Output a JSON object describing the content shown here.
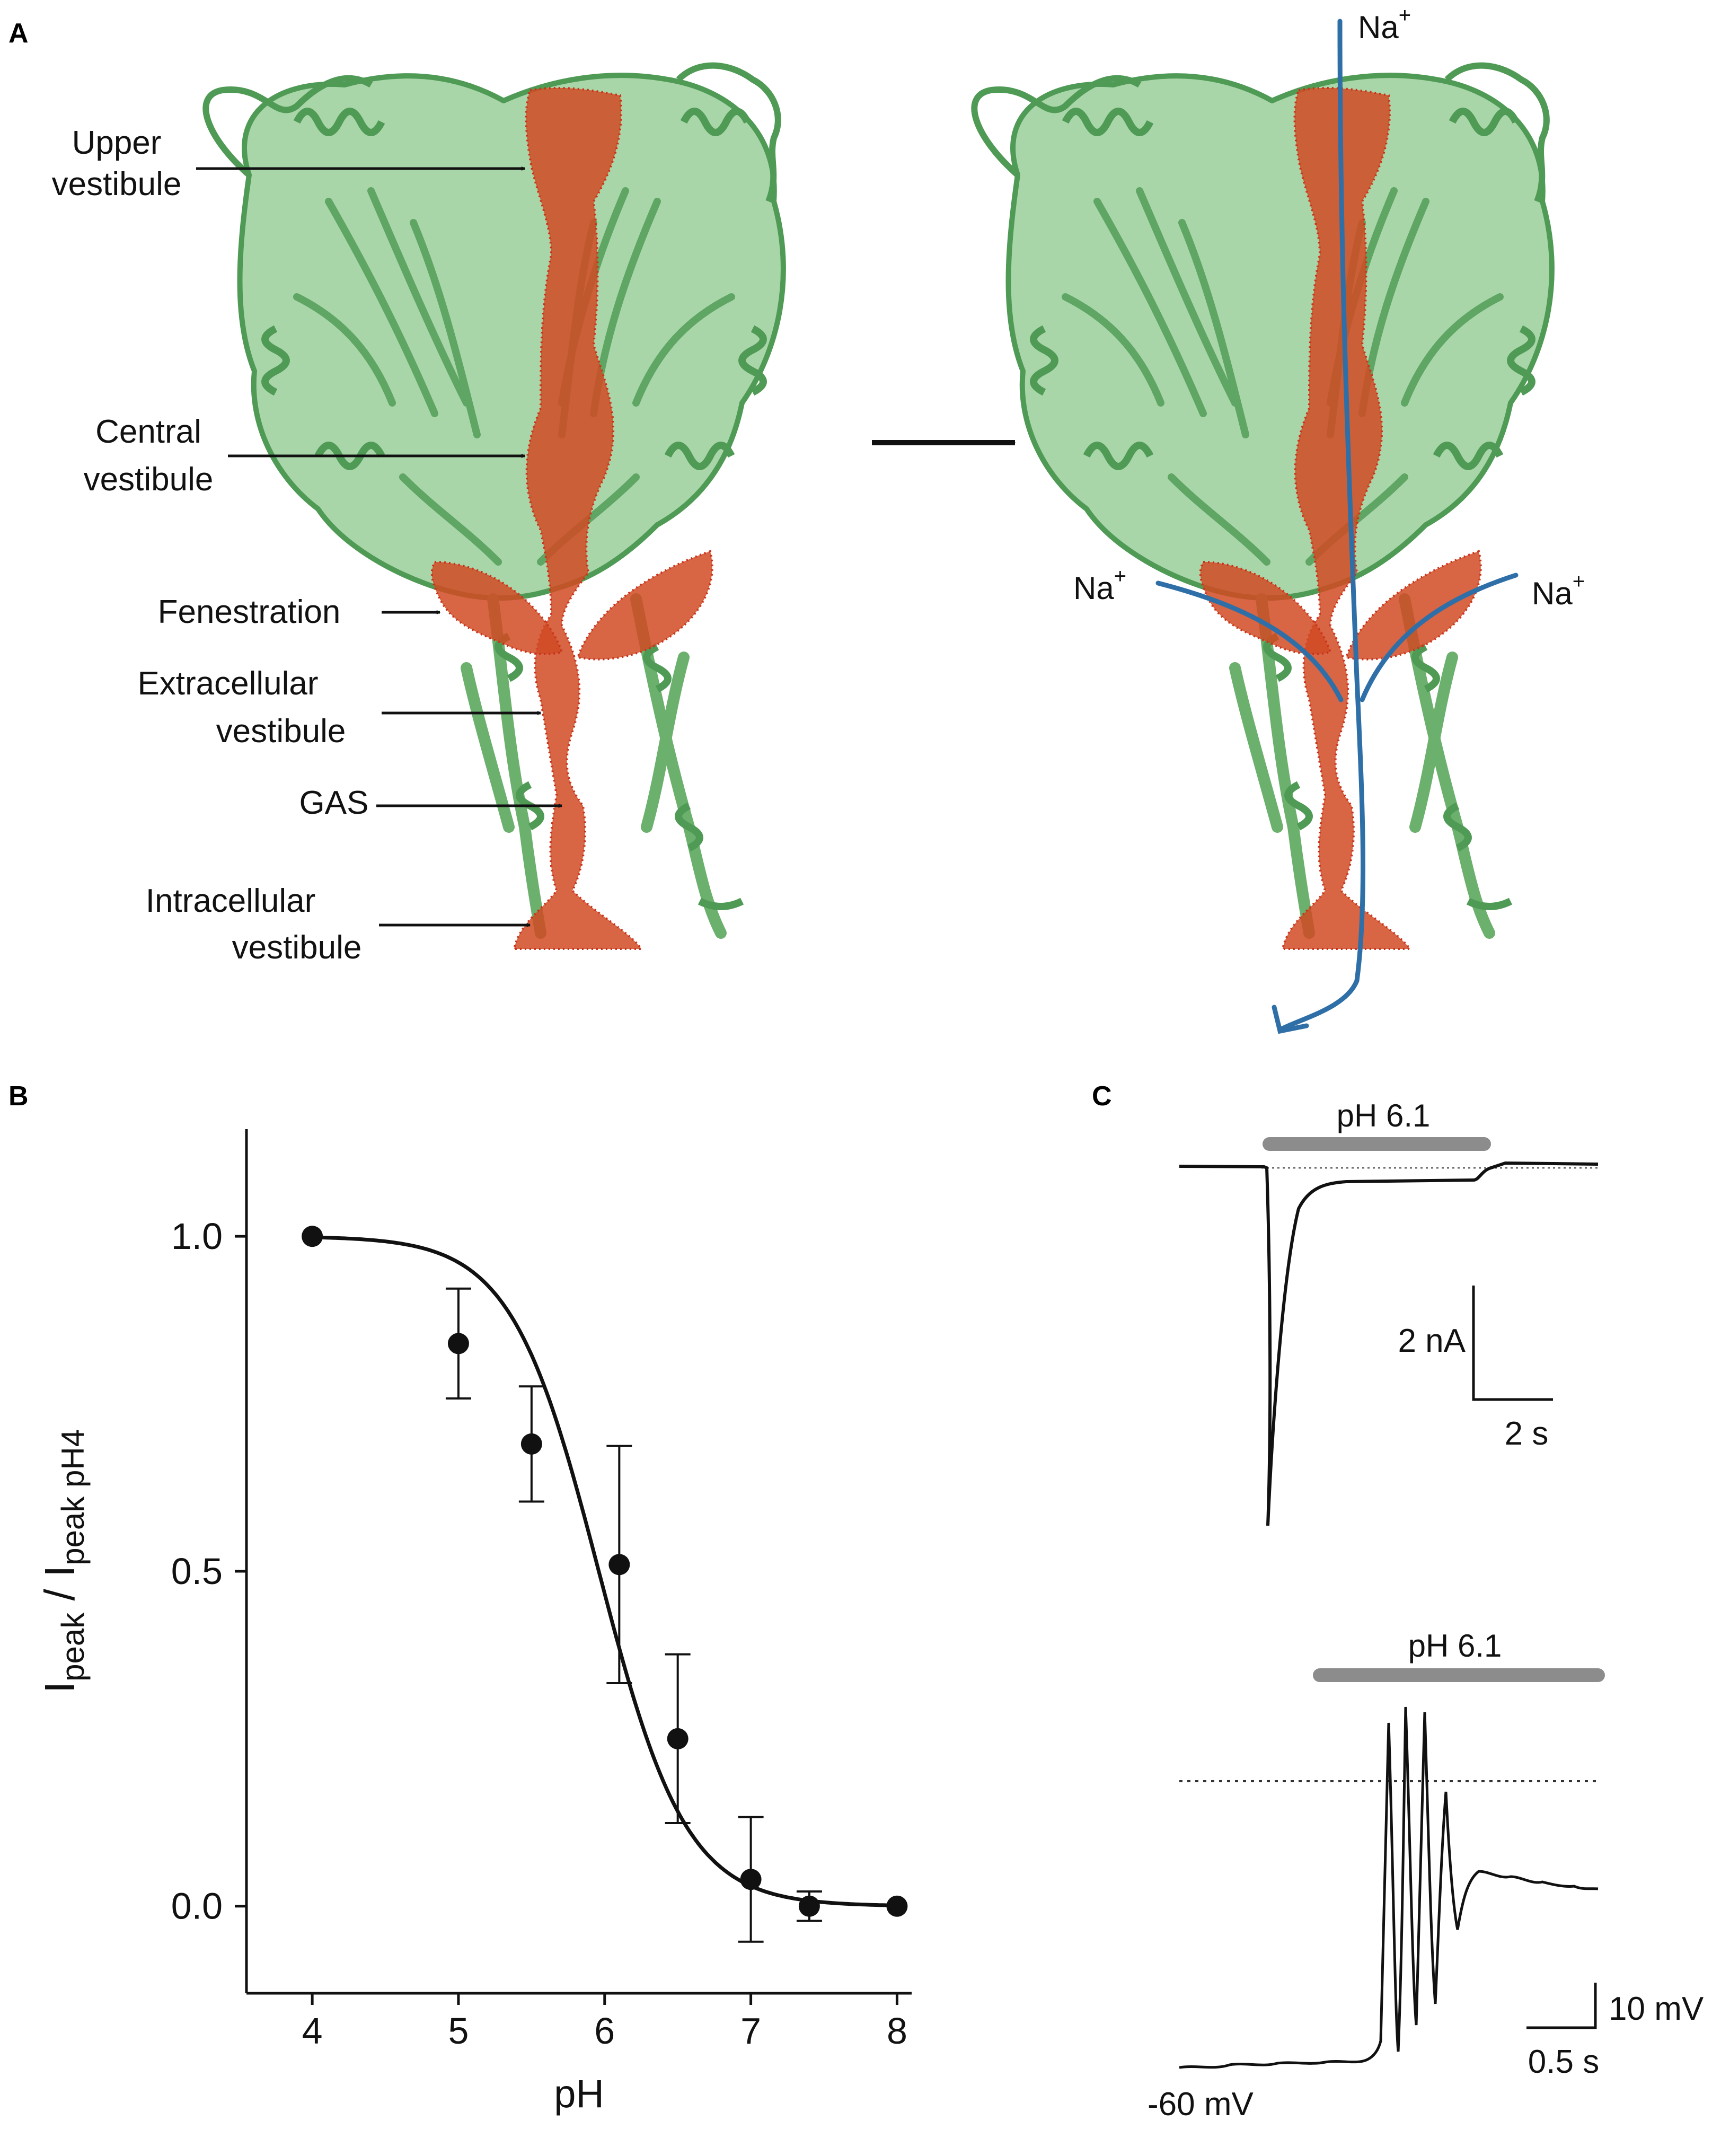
{
  "panel_a": {
    "letter": "A",
    "labels": {
      "upper": [
        "Upper",
        "vestibule"
      ],
      "central": [
        "Central",
        "vestibule"
      ],
      "fenestration": "Fenestration",
      "extracellular": [
        "Extracellular",
        "vestibule"
      ],
      "gas": "GAS",
      "intracellular": [
        "Intracellular",
        "vestibule"
      ]
    },
    "ion_label": "Na",
    "ion_charge": "+",
    "colors": {
      "protein": "#7fbf7f",
      "protein_dark": "#4f9a55",
      "pore_dots": "#c9331a",
      "ion_path": "#2f6fa8"
    }
  },
  "panel_b": {
    "letter": "B"
  },
  "panel_c": {
    "letter": "C",
    "top": {
      "bar_label": "pH 6.1",
      "scale_y": "2 nA",
      "scale_x": "2 s"
    },
    "bottom": {
      "bar_label": "pH 6.1",
      "scale_y": "10 mV",
      "scale_x": "0.5 s",
      "baseline": "-60 mV"
    },
    "colors": {
      "bar": "#8c8c8c",
      "trace": "#111111"
    }
  },
  "chart_data": {
    "type": "scatter",
    "xlabel": "pH",
    "ylabel": {
      "main": "I",
      "sub1": "peak",
      "sep": " / I",
      "sub2": "peak pH4"
    },
    "xlim": [
      3.55,
      8.1
    ],
    "ylim": [
      -0.13,
      1.16
    ],
    "xticks": [
      4,
      5,
      6,
      7,
      8
    ],
    "yticks": [
      0.0,
      0.5,
      1.0
    ],
    "ytick_labels": [
      "0.0",
      "0.5",
      "1.0"
    ],
    "grid": false,
    "points": [
      {
        "x": 4.0,
        "y": 1.0,
        "err": 0
      },
      {
        "x": 5.0,
        "y": 0.84,
        "err": 0.082
      },
      {
        "x": 5.5,
        "y": 0.69,
        "err": 0.086
      },
      {
        "x": 6.1,
        "y": 0.51,
        "err": 0.177
      },
      {
        "x": 6.5,
        "y": 0.25,
        "err": 0.126
      },
      {
        "x": 7.0,
        "y": 0.04,
        "err": 0.093
      },
      {
        "x": 7.4,
        "y": 0.0,
        "err": 0.022
      },
      {
        "x": 8.0,
        "y": 0.0,
        "err": 0
      }
    ],
    "fit": {
      "model": "hill",
      "pH50": 5.96,
      "slope": 1.45,
      "from": 4.0,
      "to": 8.0
    }
  }
}
